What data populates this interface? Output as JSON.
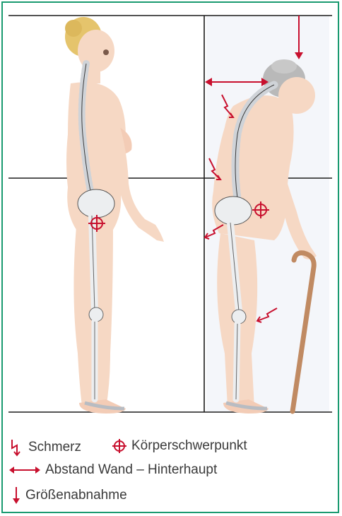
{
  "colors": {
    "frame": "#1a9a70",
    "marker": "#c8102e",
    "skin": "#f6d8c4",
    "bone": "#eceef0",
    "cane": "#c08a62",
    "hair_young": "#e5c46c",
    "hair_old": "#b9b9b9",
    "line": "#1b1b1b"
  },
  "legend": {
    "pain": {
      "icon": "lightning-pain-icon",
      "label": "Schmerz"
    },
    "center_of_gravity": {
      "icon": "crosshair-circle-icon",
      "label": "Körperschwerpunkt"
    },
    "wall_distance": {
      "icon": "double-arrow-icon",
      "label": "Abstand Wand – Hinterhaupt"
    },
    "height_loss": {
      "icon": "down-arrow-icon",
      "label": "Größenabnahme"
    }
  }
}
